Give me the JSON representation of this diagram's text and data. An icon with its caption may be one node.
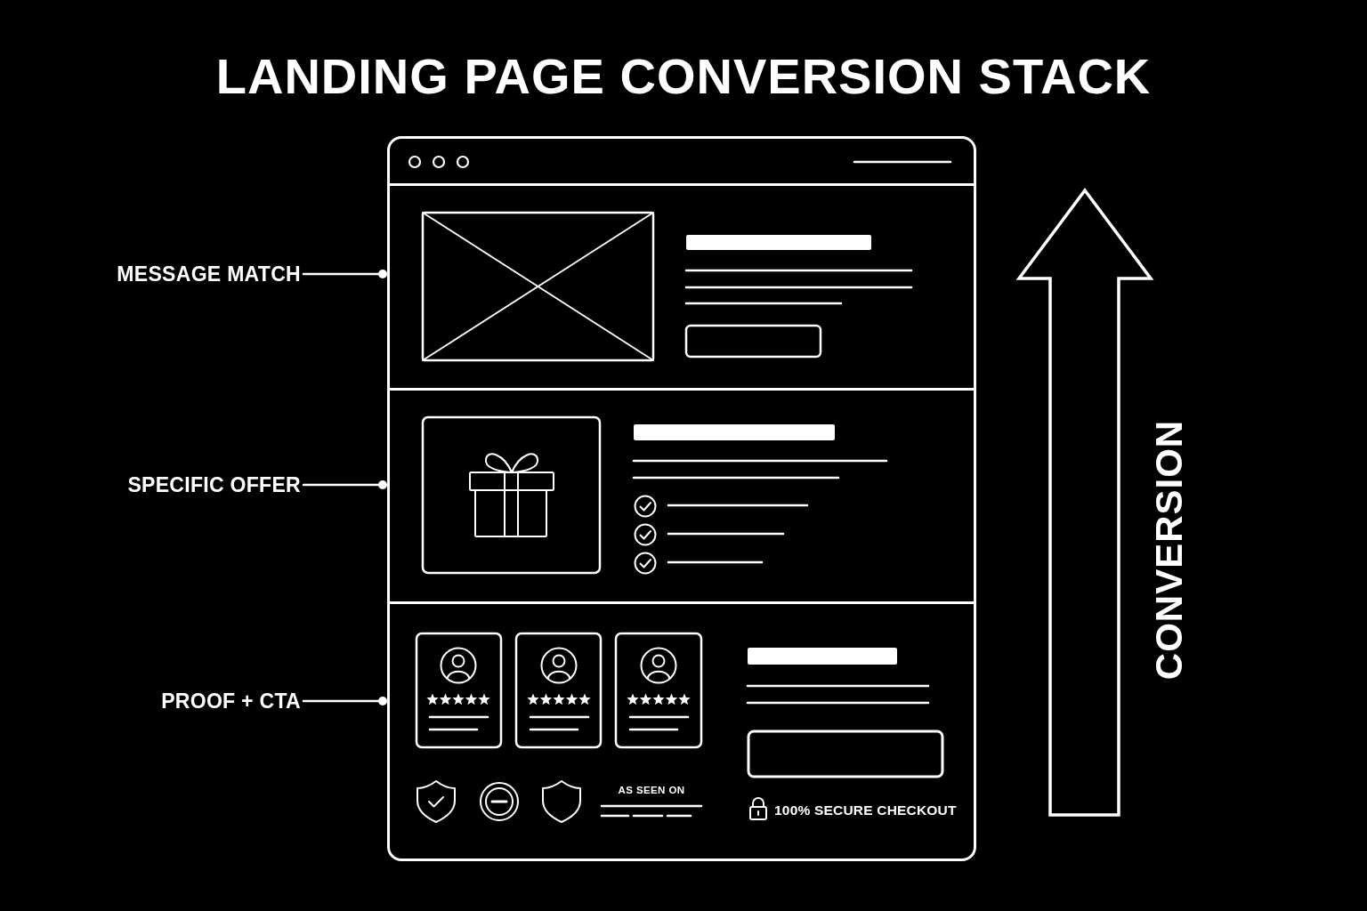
{
  "diagram": {
    "title": "LANDING PAGE CONVERSION STACK",
    "nodes": [
      {
        "text": [],
        "shape": "box"
      },
      {
        "text": [],
        "shape": "box",
        "in": 0
      },
      {
        "text": [],
        "shape": "box",
        "in": 0
      },
      {
        "text": [],
        "shape": "box",
        "in": 0
      },
      {
        "text": [
          "MESSAGE MATCH"
        ]
      },
      {
        "text": [
          "SPECIFIC OFFER"
        ]
      },
      {
        "text": [
          "PROOF + CTA"
        ]
      }
    ],
    "edges": [
      {
        "from": 4,
        "to": 1,
        "arrow": "other"
      },
      {
        "from": 5,
        "to": 2,
        "arrow": "other"
      },
      {
        "from": 6,
        "to": 3,
        "arrow": "other"
      }
    ],
    "labels": [
      "CONVERSION",
      "AS SEEN ON",
      "100% SECURE CHECKOUT"
    ]
  }
}
